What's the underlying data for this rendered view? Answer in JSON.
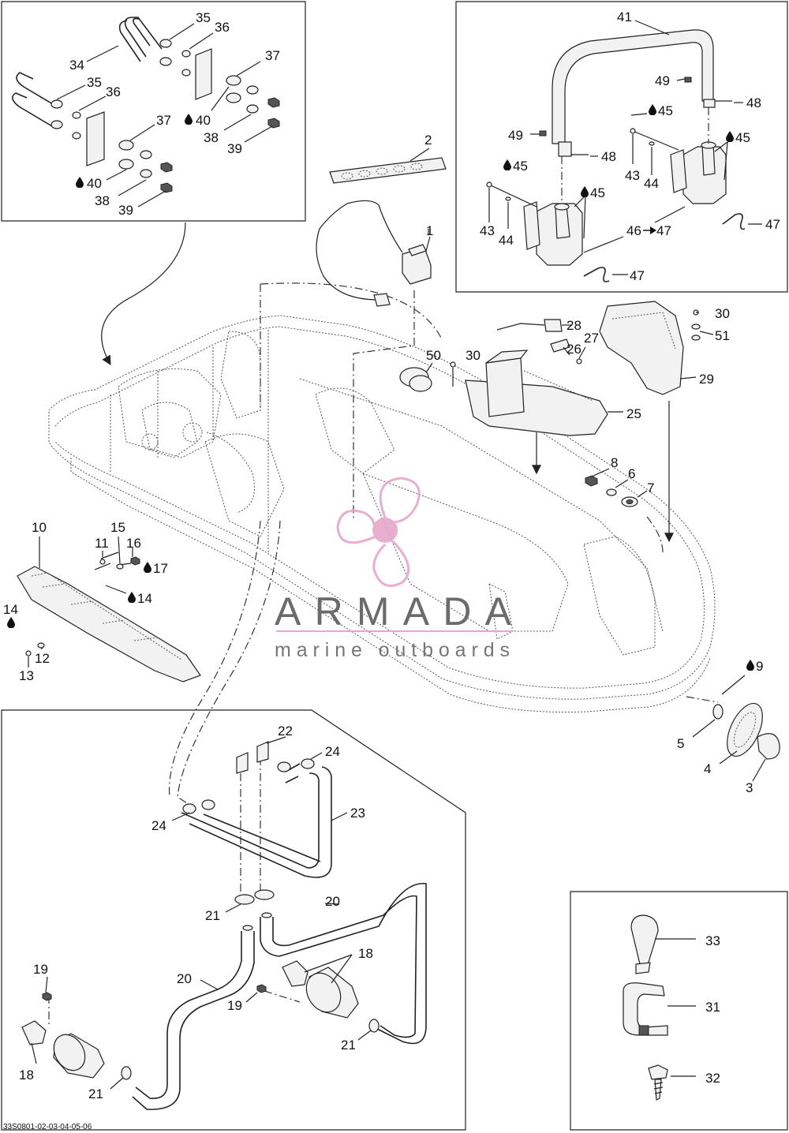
{
  "diagram_code": "33S0801-02-03-04-05-06",
  "watermark": {
    "brand": "ARMADA",
    "tagline": "marine outboards",
    "colors": {
      "logo": "#e7a6c9",
      "text": "#6b6b6b",
      "line": "#e7a6c9"
    }
  },
  "callouts": [
    {
      "id": "c1",
      "text": "1"
    },
    {
      "id": "c2",
      "text": "2"
    },
    {
      "id": "c3",
      "text": "3"
    },
    {
      "id": "c4",
      "text": "4"
    },
    {
      "id": "c5",
      "text": "5"
    },
    {
      "id": "c6",
      "text": "6"
    },
    {
      "id": "c7",
      "text": "7"
    },
    {
      "id": "c8",
      "text": "8"
    },
    {
      "id": "c9",
      "text": "9"
    },
    {
      "id": "c10",
      "text": "10"
    },
    {
      "id": "c11",
      "text": "11"
    },
    {
      "id": "c12",
      "text": "12"
    },
    {
      "id": "c13",
      "text": "13"
    },
    {
      "id": "c14a",
      "text": "14"
    },
    {
      "id": "c14b",
      "text": "14"
    },
    {
      "id": "c15",
      "text": "15"
    },
    {
      "id": "c16",
      "text": "16"
    },
    {
      "id": "c17",
      "text": "17"
    },
    {
      "id": "c18a",
      "text": "18"
    },
    {
      "id": "c18b",
      "text": "18"
    },
    {
      "id": "c19a",
      "text": "19"
    },
    {
      "id": "c19b",
      "text": "19"
    },
    {
      "id": "c20a",
      "text": "20"
    },
    {
      "id": "c20b",
      "text": "20"
    },
    {
      "id": "c21a",
      "text": "21"
    },
    {
      "id": "c21b",
      "text": "21"
    },
    {
      "id": "c21c",
      "text": "21"
    },
    {
      "id": "c22",
      "text": "22"
    },
    {
      "id": "c23",
      "text": "23"
    },
    {
      "id": "c24a",
      "text": "24"
    },
    {
      "id": "c24b",
      "text": "24"
    },
    {
      "id": "c25",
      "text": "25"
    },
    {
      "id": "c26",
      "text": "26"
    },
    {
      "id": "c27",
      "text": "27"
    },
    {
      "id": "c28",
      "text": "28"
    },
    {
      "id": "c29",
      "text": "29"
    },
    {
      "id": "c30a",
      "text": "30"
    },
    {
      "id": "c30b",
      "text": "30"
    },
    {
      "id": "c31",
      "text": "31"
    },
    {
      "id": "c32",
      "text": "32"
    },
    {
      "id": "c33",
      "text": "33"
    },
    {
      "id": "c34",
      "text": "34"
    },
    {
      "id": "c35a",
      "text": "35"
    },
    {
      "id": "c35b",
      "text": "35"
    },
    {
      "id": "c36a",
      "text": "36"
    },
    {
      "id": "c36b",
      "text": "36"
    },
    {
      "id": "c37a",
      "text": "37"
    },
    {
      "id": "c37b",
      "text": "37"
    },
    {
      "id": "c38a",
      "text": "38"
    },
    {
      "id": "c38b",
      "text": "38"
    },
    {
      "id": "c39a",
      "text": "39"
    },
    {
      "id": "c39b",
      "text": "39"
    },
    {
      "id": "c40a",
      "text": "40"
    },
    {
      "id": "c40b",
      "text": "40"
    },
    {
      "id": "c41",
      "text": "41"
    },
    {
      "id": "c43a",
      "text": "43"
    },
    {
      "id": "c43b",
      "text": "43"
    },
    {
      "id": "c44a",
      "text": "44"
    },
    {
      "id": "c44b",
      "text": "44"
    },
    {
      "id": "c45a",
      "text": "45"
    },
    {
      "id": "c45b",
      "text": "45"
    },
    {
      "id": "c45c",
      "text": "45"
    },
    {
      "id": "c45d",
      "text": "45"
    },
    {
      "id": "c46",
      "text": "46"
    },
    {
      "id": "c47a",
      "text": "47"
    },
    {
      "id": "c47b",
      "text": "47"
    },
    {
      "id": "c47c",
      "text": "47"
    },
    {
      "id": "c48a",
      "text": "48"
    },
    {
      "id": "c48b",
      "text": "48"
    },
    {
      "id": "c49a",
      "text": "49"
    },
    {
      "id": "c49b",
      "text": "49"
    },
    {
      "id": "c50",
      "text": "50"
    },
    {
      "id": "c51",
      "text": "51"
    }
  ],
  "icons": {
    "drop": "lubricant-drop-icon",
    "arrow": "reference-arrow-icon"
  }
}
